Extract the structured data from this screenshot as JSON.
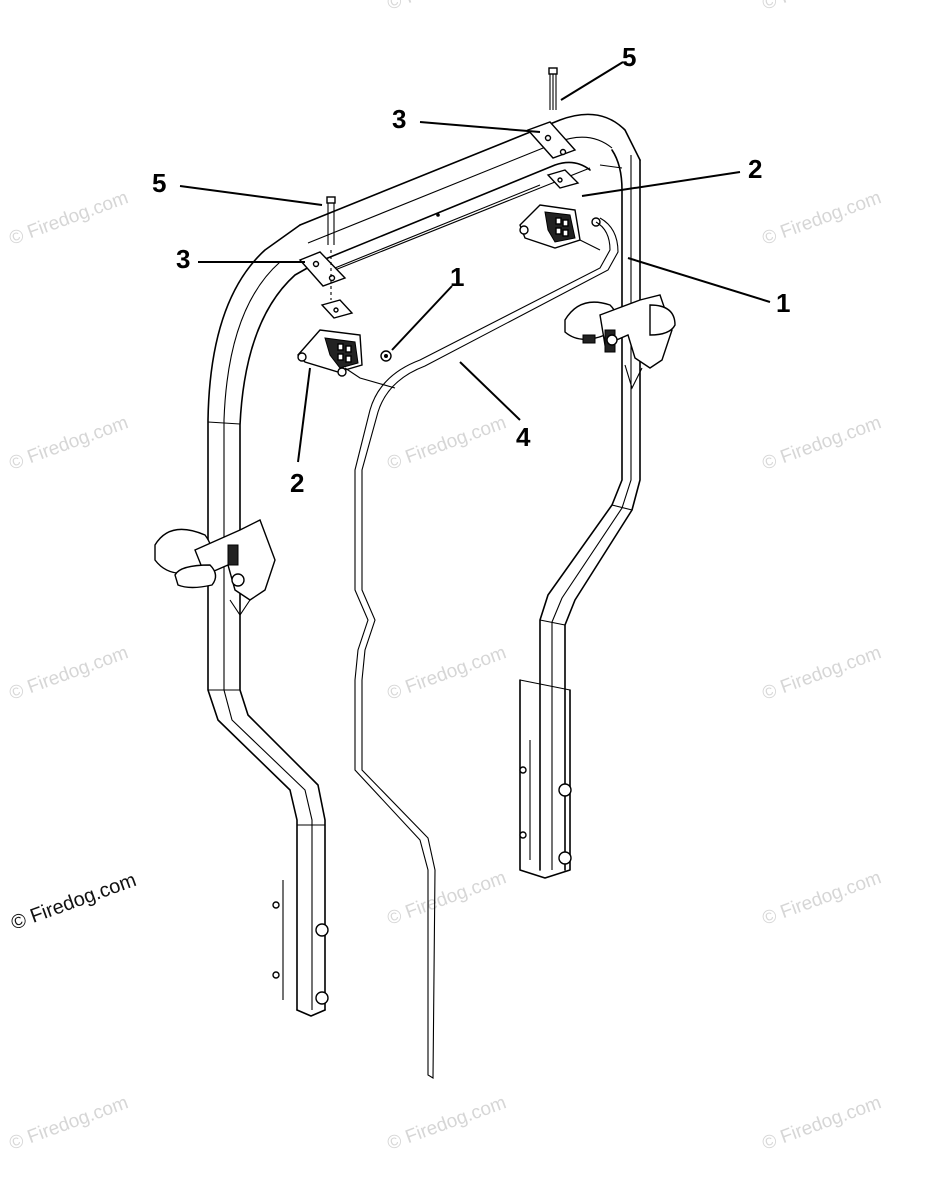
{
  "watermark": {
    "text": "© Firedog.com",
    "color": "#d6d6d6"
  },
  "watermark_dark": {
    "text": "© Firedog.com",
    "color": "#111111"
  },
  "callouts": [
    {
      "label": "5",
      "part": "bolt-right"
    },
    {
      "label": "3",
      "part": "plate-right"
    },
    {
      "label": "5",
      "part": "bolt-left"
    },
    {
      "label": "2",
      "part": "switch-right"
    },
    {
      "label": "3",
      "part": "plate-left"
    },
    {
      "label": "1",
      "part": "nut-center"
    },
    {
      "label": "1",
      "part": "frame-right"
    },
    {
      "label": "4",
      "part": "wire-harness"
    },
    {
      "label": "2",
      "part": "switch-left"
    }
  ]
}
